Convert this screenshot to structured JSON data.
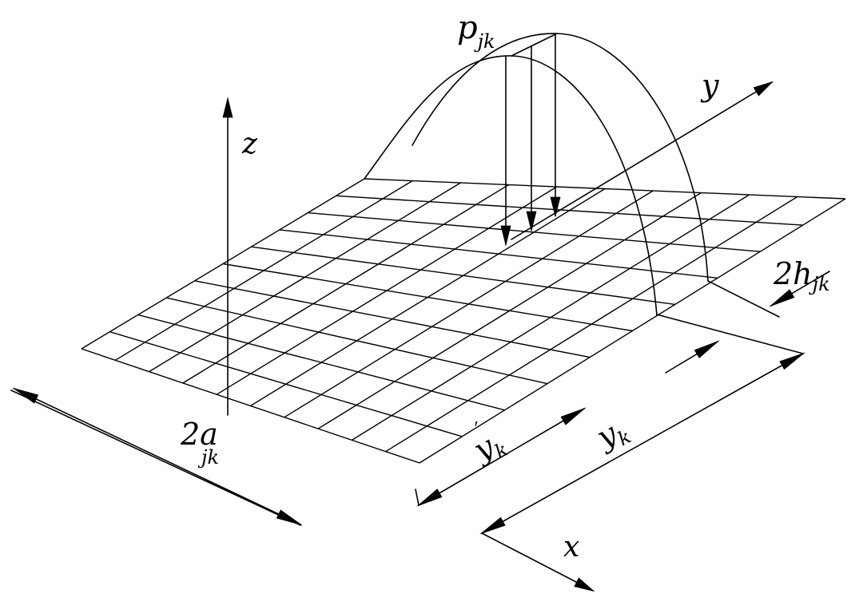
{
  "labels": {
    "load": "p",
    "load_sub": "jk",
    "z_axis": "z",
    "y_axis": "y",
    "x_axis": "x",
    "width": "2a",
    "width_sub": "jk",
    "half_length": "2h",
    "half_length_sub": "jk",
    "yk_prime": "y",
    "yk_prime_sub": "k",
    "yk_prime_mark": "′",
    "yk": "y",
    "yk_sub": "k"
  }
}
